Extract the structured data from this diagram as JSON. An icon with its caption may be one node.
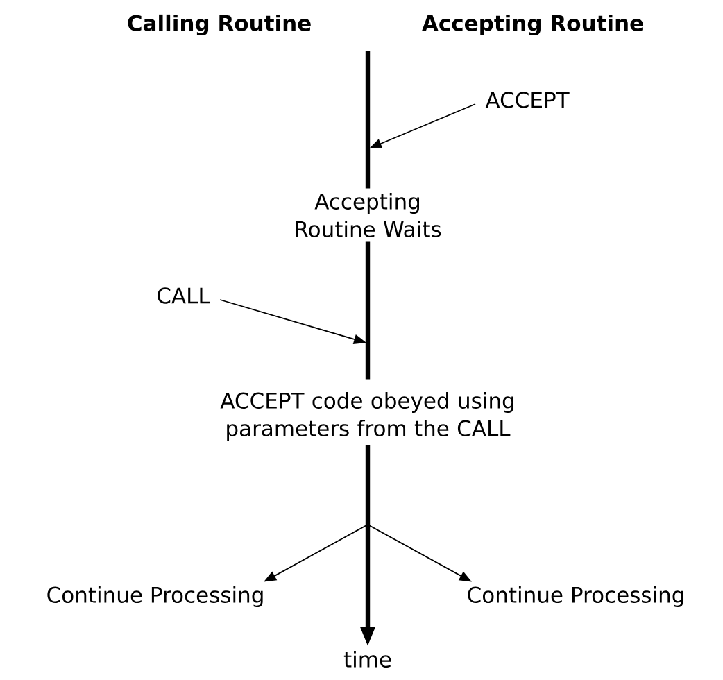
{
  "diagram": {
    "nodes": [
      {
        "text": [
          "Accepting Routine"
        ]
      },
      {
        "text": [
          "ACCEPT"
        ]
      },
      {
        "text": [
          "Accepting Routine Waits"
        ]
      },
      {
        "text": [
          "CALL"
        ]
      },
      {
        "text": [
          "ACCEPT code obeyed using parameters from the CALL"
        ]
      },
      {
        "text": [
          "Continue Processing"
        ]
      },
      {
        "text": [
          "Continue Processing"
        ]
      },
      {
        "text": [
          "time"
        ]
      }
    ],
    "edges": [
      {
        "from": 0,
        "to": 2,
        "arrow": "none",
        "style": "thick"
      },
      {
        "from": 1,
        "to": null,
        "arrow": "to"
      },
      {
        "from": 2,
        "to": 4,
        "arrow": "none",
        "style": "thick"
      },
      {
        "from": 3,
        "to": null,
        "arrow": "to"
      },
      {
        "from": 4,
        "to": 7,
        "arrow": "to",
        "style": "thick"
      },
      {
        "from": 4,
        "to": 5,
        "arrow": "to"
      },
      {
        "from": 4,
        "to": 6,
        "arrow": "to"
      }
    ],
    "labels": [
      "Calling Routine"
    ]
  }
}
